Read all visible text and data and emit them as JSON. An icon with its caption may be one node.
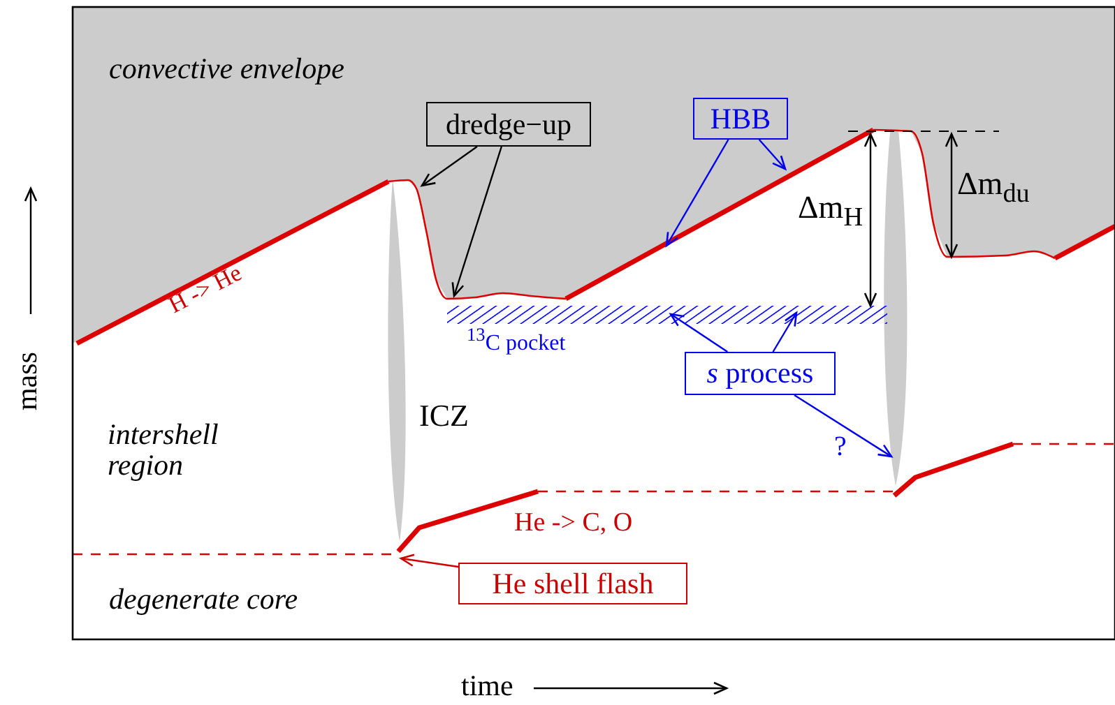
{
  "diagram": {
    "nodes": [
      {
        "text": [
          "dredge−up"
        ]
      },
      {
        "text": [
          "HBB"
        ]
      },
      {
        "text": [
          "*s* process"
        ]
      },
      {
        "text": [
          "He shell flash"
        ]
      }
    ],
    "edges": [
      {
        "from": 0,
        "to": null,
        "arrow": "to",
        "color": "#000000"
      },
      {
        "from": 0,
        "to": null,
        "arrow": "to",
        "color": "#000000"
      },
      {
        "from": 1,
        "to": null,
        "arrow": "to"
      },
      {
        "from": 1,
        "to": null,
        "arrow": "to"
      },
      {
        "from": 2,
        "to": null,
        "arrow": "to"
      },
      {
        "from": 2,
        "to": null,
        "arrow": "to"
      },
      {
        "from": 2,
        "to": null,
        "arrow": "to",
        "label": "?"
      },
      {
        "from": 3,
        "to": null,
        "arrow": "to",
        "color": "#cc0000"
      }
    ],
    "labels": [
      "convective envelope",
      "H -> He",
      "Δm$_{H}$",
      "Δm$_{du}$",
      "$^{13}$C pocket",
      "ICZ",
      "intershell region",
      "He -> C, O",
      "degenerate core",
      "mass",
      "time"
    ]
  }
}
